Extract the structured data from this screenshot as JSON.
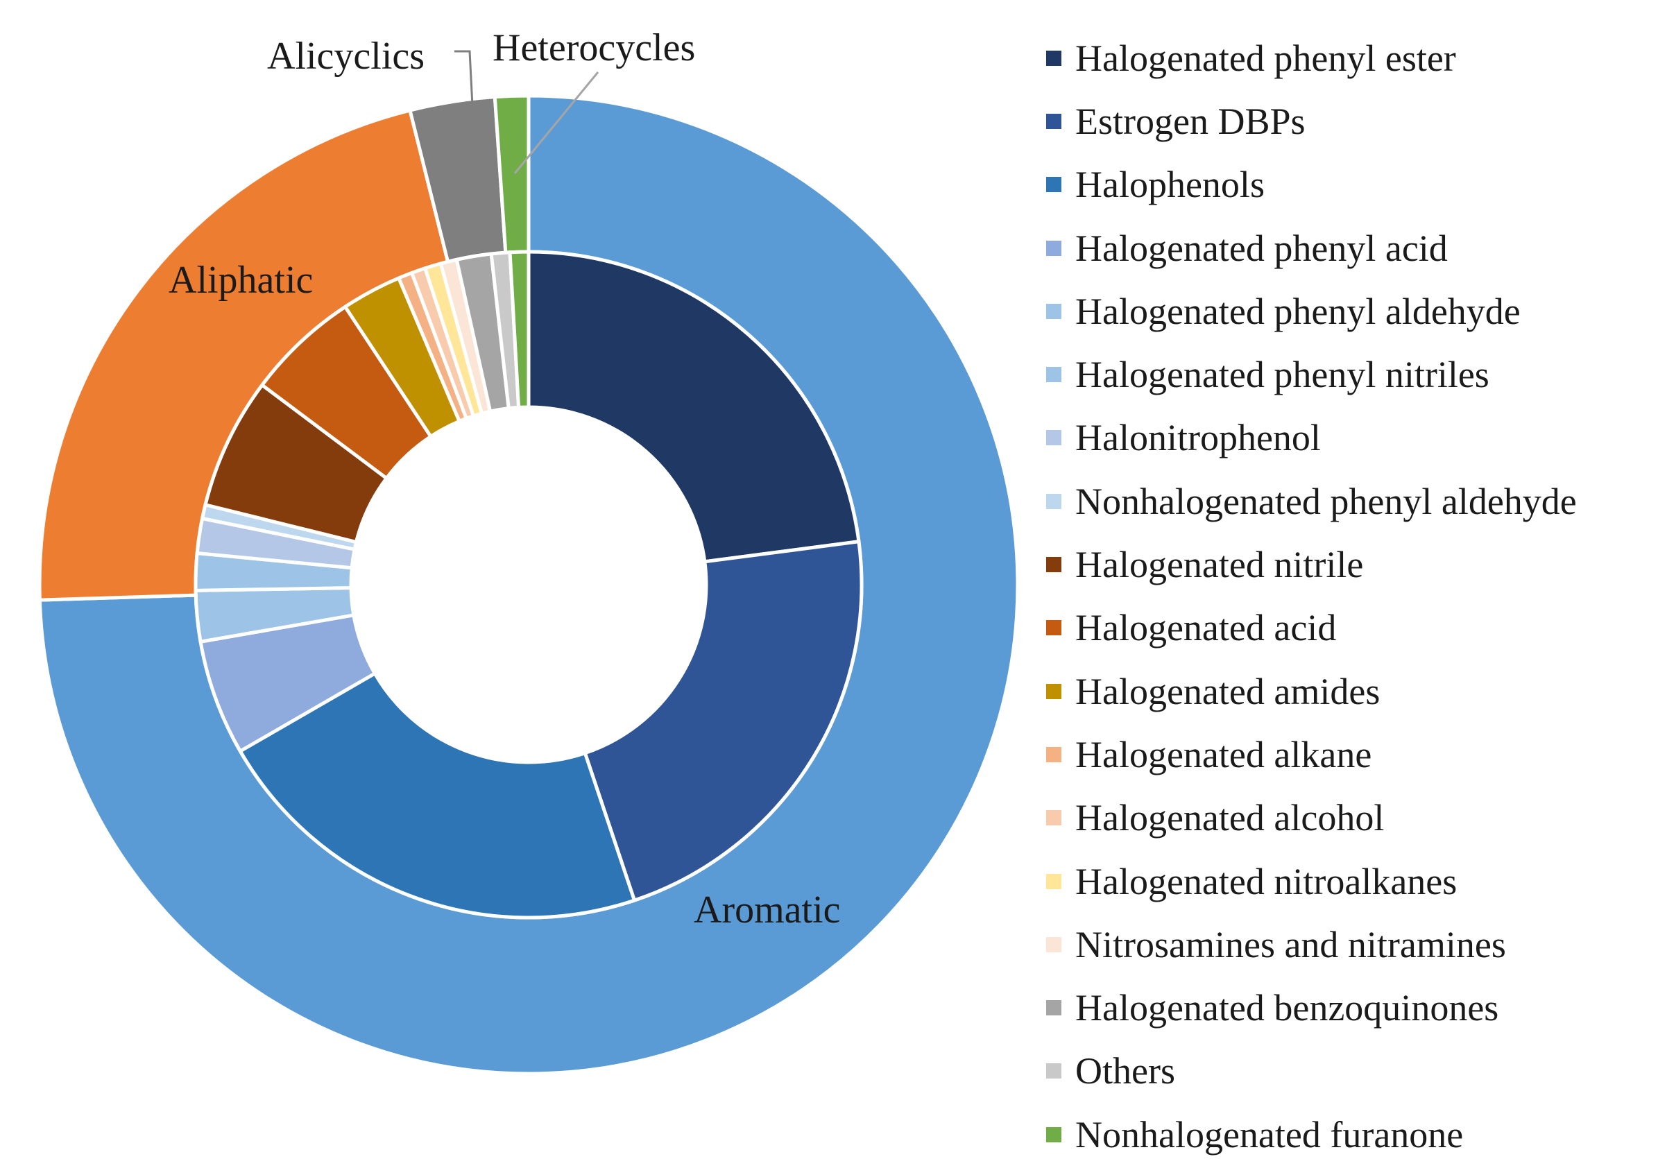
{
  "chart_data": {
    "type": "pie",
    "subtype": "nested-donut",
    "title": "",
    "outer_ring": [
      {
        "name": "Aromatic",
        "value": 74.5,
        "color": "#5B9BD5"
      },
      {
        "name": "Aliphatic",
        "value": 21.6,
        "color": "#ED7D31"
      },
      {
        "name": "Alicyclics",
        "value": 2.8,
        "color": "#7F7F7F"
      },
      {
        "name": "Heterocycles",
        "value": 1.1,
        "color": "#70AD47"
      }
    ],
    "inner_ring": [
      {
        "name": "Halogenated phenyl ester",
        "value": 20.5,
        "color": "#1F3864"
      },
      {
        "name": "Estrogen DBPs",
        "value": 19.6,
        "color": "#2F5597"
      },
      {
        "name": "Halophenols",
        "value": 19.5,
        "color": "#2E75B6"
      },
      {
        "name": "Halogenated phenyl acid",
        "value": 5.0,
        "color": "#8FAADC"
      },
      {
        "name": "Halogenated phenyl aldehyde",
        "value": 2.2,
        "color": "#9DC3E6"
      },
      {
        "name": "Halogenated phenyl nitriles",
        "value": 1.6,
        "color": "#9DC3E6"
      },
      {
        "name": "Halonitrophenol",
        "value": 1.5,
        "color": "#B4C7E7"
      },
      {
        "name": "Nonhalogenated phenyl aldehyde",
        "value": 0.6,
        "color": "#BDD7EE"
      },
      {
        "name": "Halogenated nitrile",
        "value": 5.7,
        "color": "#843C0C"
      },
      {
        "name": "Halogenated acid",
        "value": 4.9,
        "color": "#C55A11"
      },
      {
        "name": "Halogenated amides",
        "value": 2.6,
        "color": "#BF9000"
      },
      {
        "name": "Halogenated alkane",
        "value": 0.6,
        "color": "#F4B183"
      },
      {
        "name": "Halogenated alcohol",
        "value": 0.6,
        "color": "#F8CBAD"
      },
      {
        "name": "Halogenated nitroalkanes",
        "value": 0.7,
        "color": "#FFE699"
      },
      {
        "name": "Nitrosamines and nitramines",
        "value": 0.7,
        "color": "#FBE5D6"
      },
      {
        "name": "Halogenated benzoquinones",
        "value": 1.5,
        "color": "#A5A5A5"
      },
      {
        "name": "Others",
        "value": 0.8,
        "color": "#C9C9C9"
      },
      {
        "name": "Nonhalogenated furanone",
        "value": 0.8,
        "color": "#70AD47"
      }
    ],
    "legend_position": "right"
  }
}
